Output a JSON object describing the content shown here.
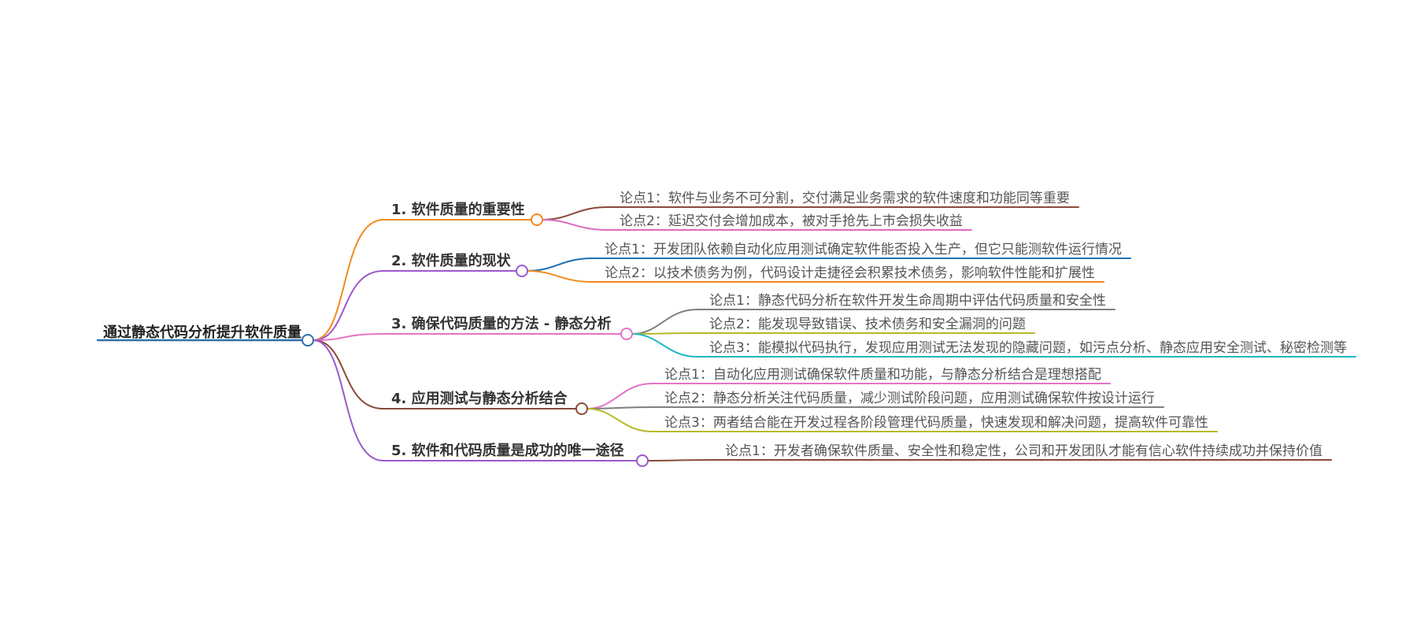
{
  "root": {
    "label": "通过静态代码分析提升软件质量",
    "color": "#2f6fae"
  },
  "branches": [
    {
      "label": "1. 软件质量的重要性",
      "color": "#f28a1c",
      "points": [
        {
          "label": "论点1：软件与业务不可分割，交付满足业务需求的软件速度和功能同等重要",
          "color": "#8a4a3a"
        },
        {
          "label": "论点2：延迟交付会增加成本，被对手抢先上市会损失收益",
          "color": "#e06bc0"
        }
      ]
    },
    {
      "label": "2. 软件质量的现状",
      "color": "#9b59c9",
      "points": [
        {
          "label": "论点1：开发团队依赖自动化应用测试确定软件能否投入生产，但它只能测软件运行情况",
          "color": "#1f6eb5"
        },
        {
          "label": "论点2：以技术债务为例，代码设计走捷径会积累技术债务，影响软件性能和扩展性",
          "color": "#f28a1c"
        }
      ]
    },
    {
      "label": "3. 确保代码质量的方法 - 静态分析",
      "color": "#e474c4",
      "points": [
        {
          "label": "论点1：静态代码分析在软件开发生命周期中评估代码质量和安全性",
          "color": "#7f7f7f"
        },
        {
          "label": "论点2：能发现导致错误、技术债务和安全漏洞的问题",
          "color": "#b8b82a"
        },
        {
          "label": "论点3：能模拟代码执行，发现应用测试无法发现的隐藏问题，如污点分析、静态应用安全测试、秘密检测等",
          "color": "#1cb8c4"
        }
      ]
    },
    {
      "label": "4. 应用测试与静态分析结合",
      "color": "#8a4a3a",
      "points": [
        {
          "label": "论点1：自动化应用测试确保软件质量和功能，与静态分析结合是理想搭配",
          "color": "#e474c4"
        },
        {
          "label": "论点2：静态分析关注代码质量，减少测试阶段问题，应用测试确保软件按设计运行",
          "color": "#7f7f7f"
        },
        {
          "label": "论点3：两者结合能在开发过程各阶段管理代码质量，快速发现和解决问题，提高软件可靠性",
          "color": "#b8b82a"
        }
      ]
    },
    {
      "label": "5. 软件和代码质量是成功的唯一途径",
      "color": "#9b59c9",
      "points": [
        {
          "label": "论点1：开发者确保软件质量、安全性和稳定性，公司和开发团队才能有信心软件持续成功并保持价值",
          "color": "#8a4a3a"
        }
      ]
    }
  ]
}
